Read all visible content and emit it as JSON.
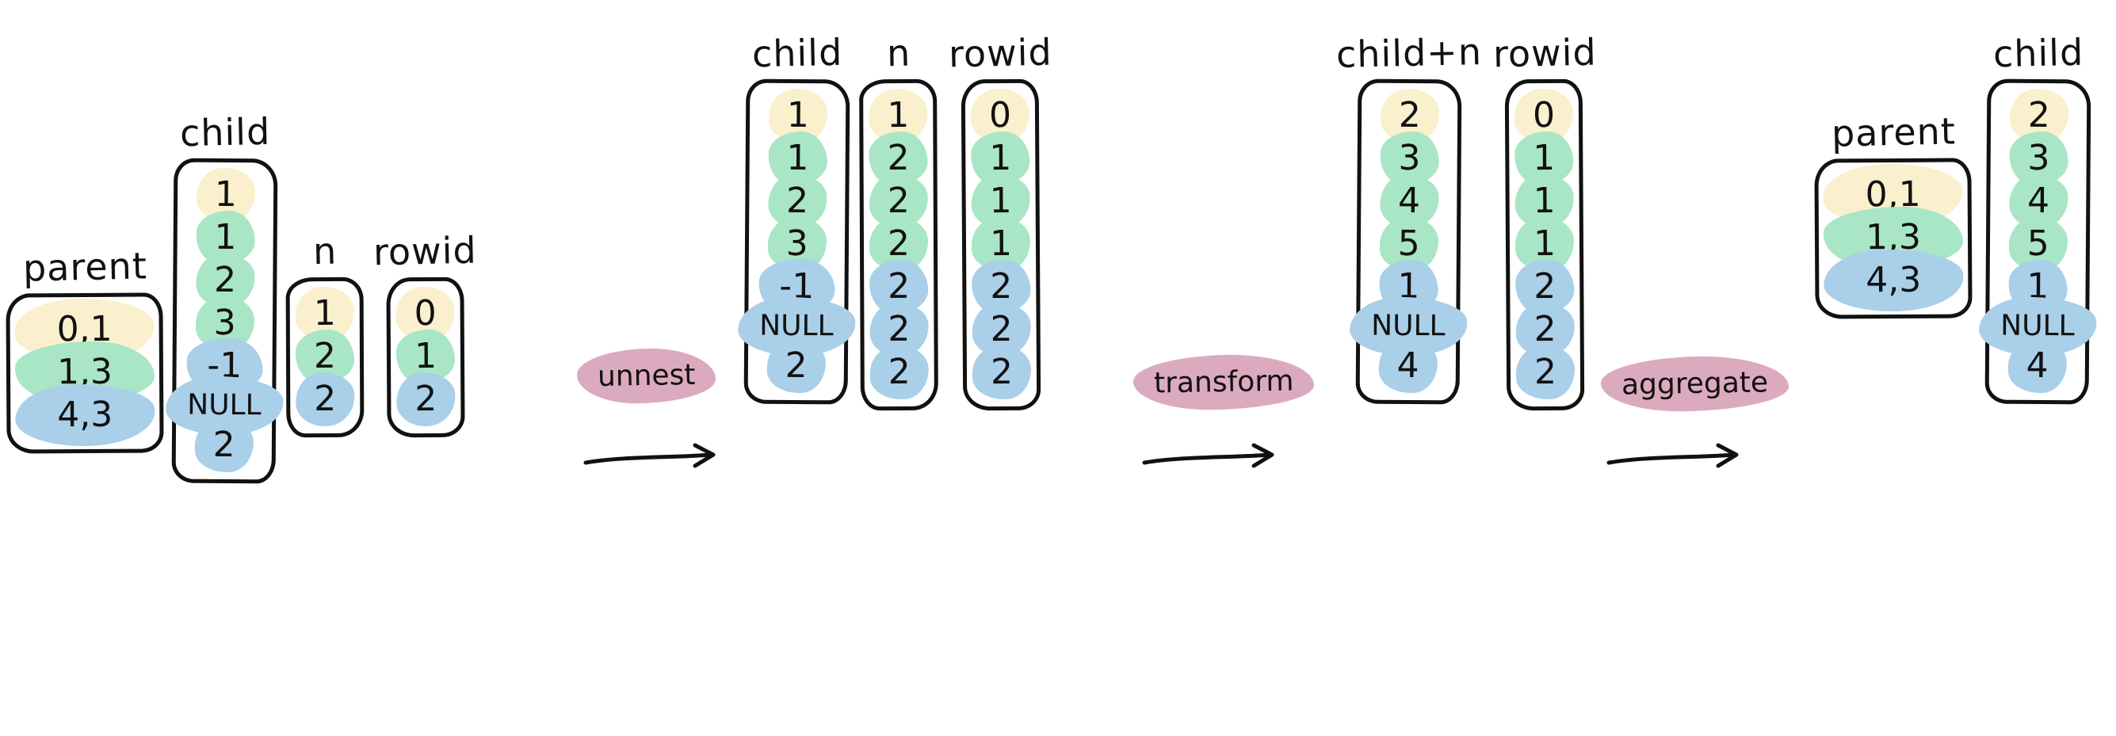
{
  "colors": {
    "yellow": "#faf0cd",
    "green": "#a9e6c5",
    "blue": "#aacfe9",
    "pill": "#dcaabe",
    "ink": "#111111",
    "background": "#ffffff"
  },
  "labels": {
    "parent": "parent",
    "child": "child",
    "n": "n",
    "rowid": "rowid",
    "child_plus_n": "child+n"
  },
  "operations": [
    {
      "name": "unnest",
      "label": "unnest"
    },
    {
      "name": "transform",
      "label": "transform"
    },
    {
      "name": "aggregate",
      "label": "aggregate"
    }
  ],
  "stages": [
    {
      "name": "source",
      "columns": [
        {
          "name": "parent",
          "label": "parent",
          "cells": [
            {
              "value": "0,1",
              "color": "yellow",
              "width": "xw"
            },
            {
              "value": "1,3",
              "color": "green",
              "width": "xw"
            },
            {
              "value": "4,3",
              "color": "blue",
              "width": "xw"
            }
          ]
        },
        {
          "name": "child",
          "label": "child",
          "cells": [
            {
              "value": "1",
              "color": "yellow",
              "width": "s"
            },
            {
              "value": "1",
              "color": "green",
              "width": "s"
            },
            {
              "value": "2",
              "color": "green",
              "width": "s"
            },
            {
              "value": "3",
              "color": "green",
              "width": "s"
            },
            {
              "value": "-1",
              "color": "blue",
              "width": "m"
            },
            {
              "value": "NULL",
              "color": "blue",
              "width": "w"
            },
            {
              "value": "2",
              "color": "blue",
              "width": "s"
            }
          ]
        },
        {
          "name": "n",
          "label": "n",
          "cells": [
            {
              "value": "1",
              "color": "yellow",
              "width": "s"
            },
            {
              "value": "2",
              "color": "green",
              "width": "s"
            },
            {
              "value": "2",
              "color": "blue",
              "width": "s"
            }
          ]
        },
        {
          "name": "rowid",
          "label": "rowid",
          "cells": [
            {
              "value": "0",
              "color": "yellow",
              "width": "s"
            },
            {
              "value": "1",
              "color": "green",
              "width": "s"
            },
            {
              "value": "2",
              "color": "blue",
              "width": "s"
            }
          ]
        }
      ]
    },
    {
      "name": "unnested",
      "columns": [
        {
          "name": "child",
          "label": "child",
          "cells": [
            {
              "value": "1",
              "color": "yellow",
              "width": "s"
            },
            {
              "value": "1",
              "color": "green",
              "width": "s"
            },
            {
              "value": "2",
              "color": "green",
              "width": "s"
            },
            {
              "value": "3",
              "color": "green",
              "width": "s"
            },
            {
              "value": "-1",
              "color": "blue",
              "width": "m"
            },
            {
              "value": "NULL",
              "color": "blue",
              "width": "w"
            },
            {
              "value": "2",
              "color": "blue",
              "width": "s"
            }
          ]
        },
        {
          "name": "n",
          "label": "n",
          "cells": [
            {
              "value": "1",
              "color": "yellow",
              "width": "s"
            },
            {
              "value": "2",
              "color": "green",
              "width": "s"
            },
            {
              "value": "2",
              "color": "green",
              "width": "s"
            },
            {
              "value": "2",
              "color": "green",
              "width": "s"
            },
            {
              "value": "2",
              "color": "blue",
              "width": "s"
            },
            {
              "value": "2",
              "color": "blue",
              "width": "s"
            },
            {
              "value": "2",
              "color": "blue",
              "width": "s"
            }
          ]
        },
        {
          "name": "rowid",
          "label": "rowid",
          "cells": [
            {
              "value": "0",
              "color": "yellow",
              "width": "s"
            },
            {
              "value": "1",
              "color": "green",
              "width": "s"
            },
            {
              "value": "1",
              "color": "green",
              "width": "s"
            },
            {
              "value": "1",
              "color": "green",
              "width": "s"
            },
            {
              "value": "2",
              "color": "blue",
              "width": "s"
            },
            {
              "value": "2",
              "color": "blue",
              "width": "s"
            },
            {
              "value": "2",
              "color": "blue",
              "width": "s"
            }
          ]
        }
      ]
    },
    {
      "name": "transformed",
      "columns": [
        {
          "name": "child-plus-n",
          "label": "child+n",
          "cells": [
            {
              "value": "2",
              "color": "yellow",
              "width": "s"
            },
            {
              "value": "3",
              "color": "green",
              "width": "s"
            },
            {
              "value": "4",
              "color": "green",
              "width": "s"
            },
            {
              "value": "5",
              "color": "green",
              "width": "s"
            },
            {
              "value": "1",
              "color": "blue",
              "width": "s"
            },
            {
              "value": "NULL",
              "color": "blue",
              "width": "w"
            },
            {
              "value": "4",
              "color": "blue",
              "width": "s"
            }
          ]
        },
        {
          "name": "rowid",
          "label": "rowid",
          "cells": [
            {
              "value": "0",
              "color": "yellow",
              "width": "s"
            },
            {
              "value": "1",
              "color": "green",
              "width": "s"
            },
            {
              "value": "1",
              "color": "green",
              "width": "s"
            },
            {
              "value": "1",
              "color": "green",
              "width": "s"
            },
            {
              "value": "2",
              "color": "blue",
              "width": "s"
            },
            {
              "value": "2",
              "color": "blue",
              "width": "s"
            },
            {
              "value": "2",
              "color": "blue",
              "width": "s"
            }
          ]
        }
      ]
    },
    {
      "name": "aggregated",
      "columns": [
        {
          "name": "parent",
          "label": "parent",
          "cells": [
            {
              "value": "0,1",
              "color": "yellow",
              "width": "xw"
            },
            {
              "value": "1,3",
              "color": "green",
              "width": "xw"
            },
            {
              "value": "4,3",
              "color": "blue",
              "width": "xw"
            }
          ]
        },
        {
          "name": "child",
          "label": "child",
          "cells": [
            {
              "value": "2",
              "color": "yellow",
              "width": "s"
            },
            {
              "value": "3",
              "color": "green",
              "width": "s"
            },
            {
              "value": "4",
              "color": "green",
              "width": "s"
            },
            {
              "value": "5",
              "color": "green",
              "width": "s"
            },
            {
              "value": "1",
              "color": "blue",
              "width": "s"
            },
            {
              "value": "NULL",
              "color": "blue",
              "width": "w"
            },
            {
              "value": "4",
              "color": "blue",
              "width": "s"
            }
          ]
        }
      ]
    }
  ]
}
